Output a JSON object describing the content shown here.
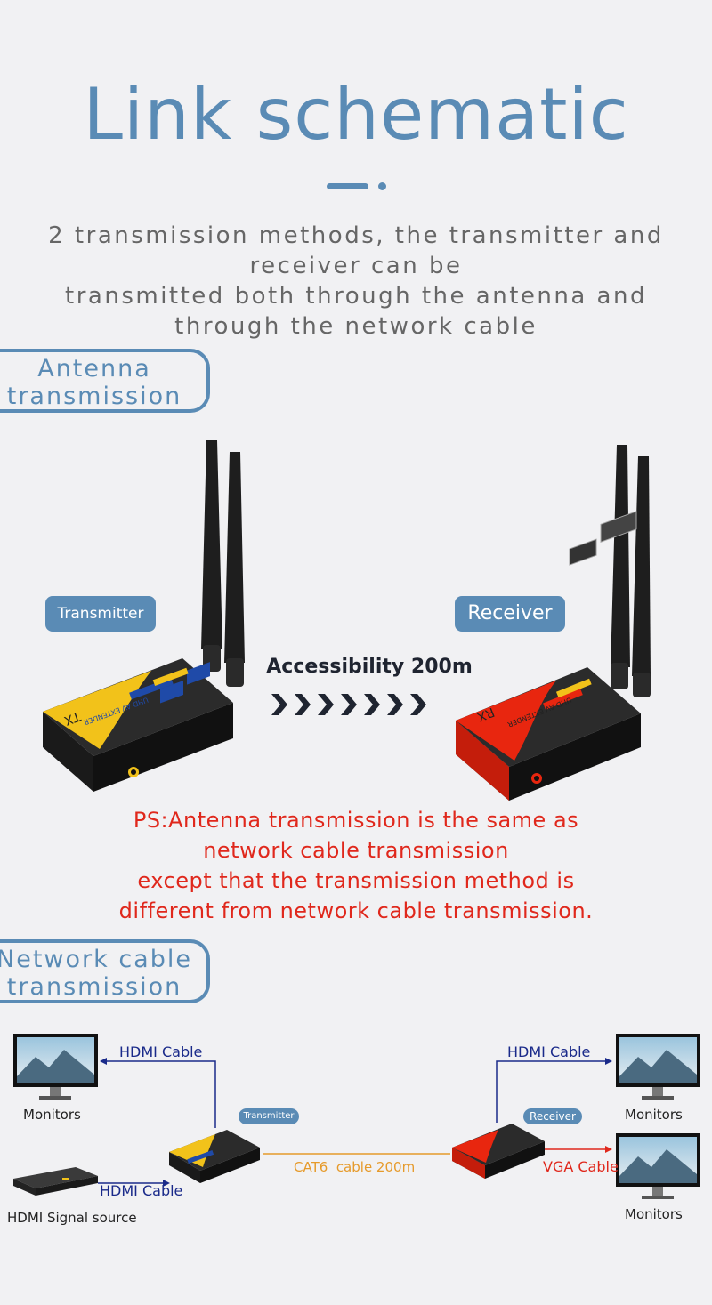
{
  "title": "Link schematic",
  "subtitle_lines": [
    "2 transmission methods, the transmitter and",
    "receiver can be",
    "transmitted both through the antenna and",
    "through the network cable"
  ],
  "antenna_section": {
    "tab_lines": [
      "Antenna",
      "transmission"
    ],
    "transmitter_label": "Transmitter",
    "receiver_label": "Receiver",
    "range_label": "Accessibility 200m",
    "tx_device_text": "TX",
    "rx_device_text": "RX",
    "device_model_text": "UHD AV EXTENDER"
  },
  "ps_note_lines": [
    "PS:Antenna transmission is the same as",
    "network cable transmission",
    "except that the transmission method is",
    "different from network cable transmission."
  ],
  "network_section": {
    "tab_lines": [
      "Network cable",
      "transmission"
    ],
    "left_monitor_label": "Monitors",
    "left_hdmi_cable": "HDMI Cable",
    "source_hdmi_cable": "HDMI Cable",
    "source_label": "HDMI Signal source",
    "transmitter_label": "Transmitter",
    "receiver_label": "Receiver",
    "cat6_label": "CAT6  cable 200m",
    "right_hdmi_cable": "HDMI Cable",
    "right_monitor_top_label": "Monitors",
    "vga_cable": "VGA Cable",
    "right_monitor_bottom_label": "Monitors"
  },
  "colors": {
    "accent_blue": "#5a8bb5",
    "note_red": "#e0281c",
    "tx_yellow": "#f2c21a",
    "rx_red": "#e8260f",
    "cat6_orange": "#e69a2a",
    "hdmi_navy": "#1a2a8a",
    "vga_red": "#e0281c"
  }
}
